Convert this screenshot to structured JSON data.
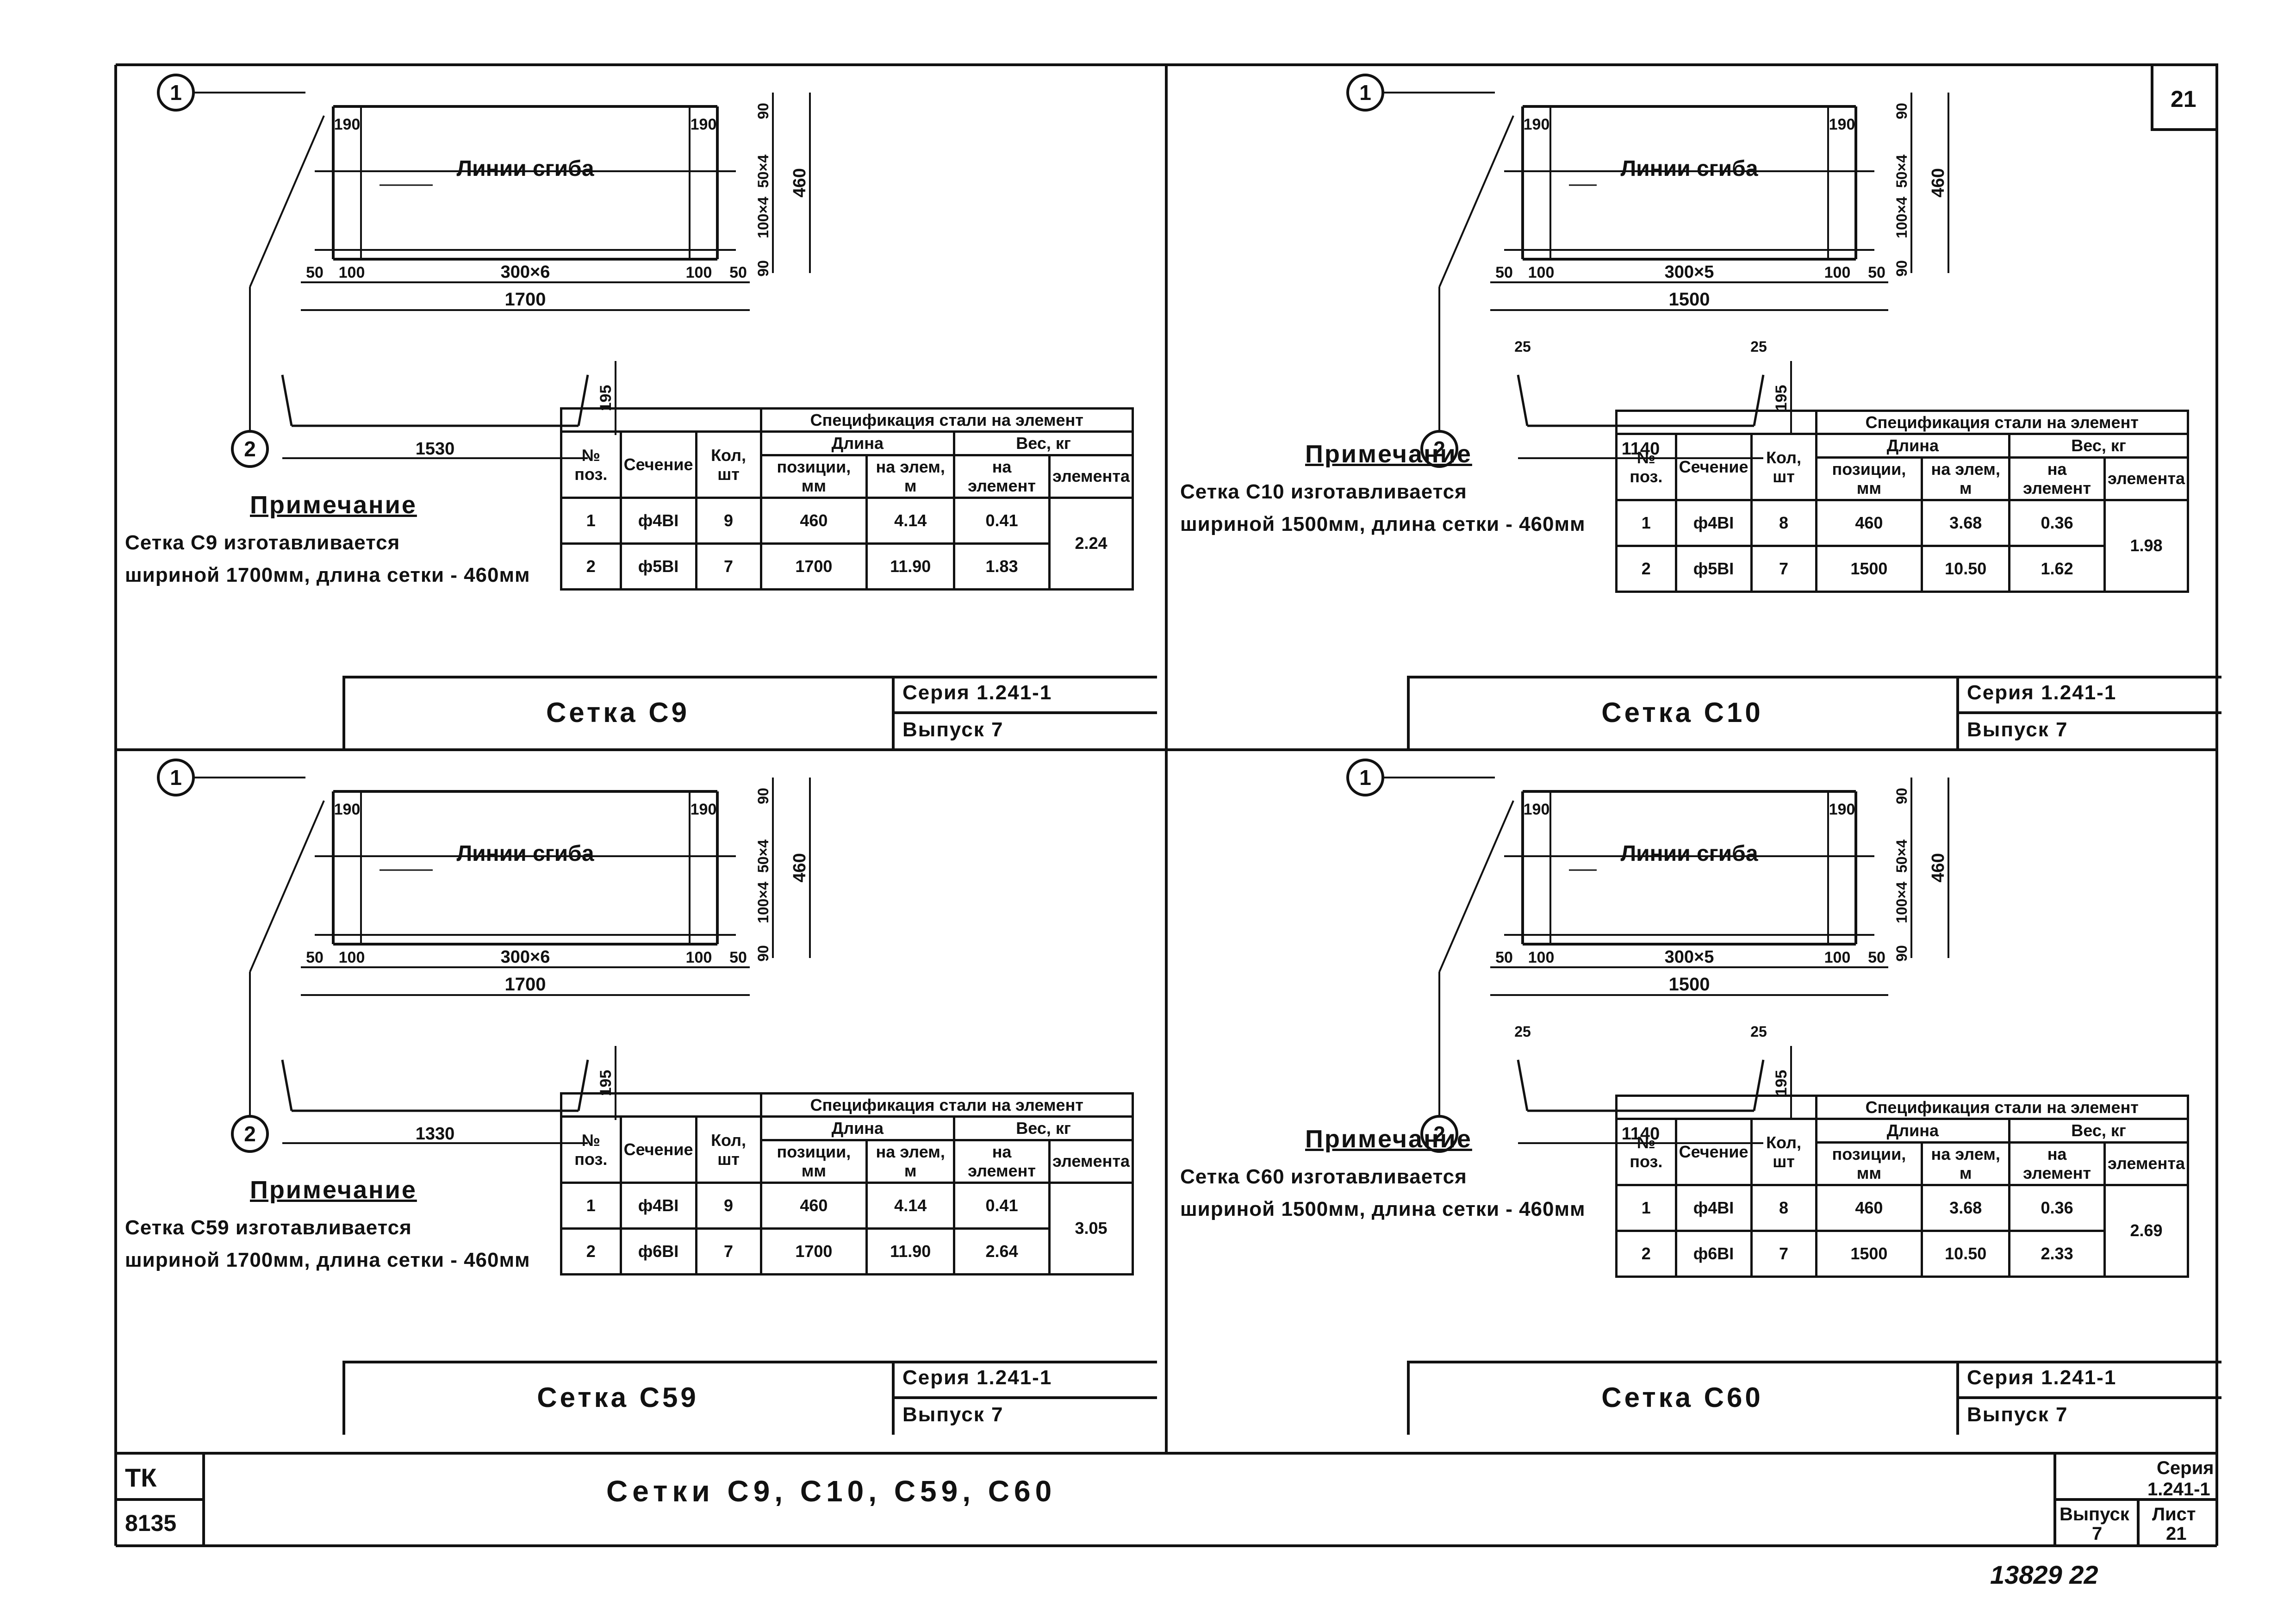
{
  "sheet_number": "21",
  "labels": {
    "bend_lines": "Линии сгиба",
    "callout_1": "1",
    "callout_2": "2"
  },
  "spec_header": {
    "title": "Спецификация стали на элемент",
    "col_no": "№ поз.",
    "col_section": "Сечение",
    "col_qty": "Кол, шт",
    "col_length": "Длина",
    "col_len_pos": "позиции, мм",
    "col_len_elem": "на элем, м",
    "col_weight": "Вес, кг",
    "col_w_elem": "на элемент",
    "col_w_total": "элемента"
  },
  "panels": [
    {
      "name": "Сетка С9",
      "note_title": "Примечание",
      "note_text": [
        "Сетка С9 изготавливается",
        "шириной 1700мм, длина сетки - 460мм"
      ],
      "dims": {
        "top": "190",
        "top_r": "190",
        "left": "100",
        "mid": "300×6",
        "right": "100",
        "e1": "50",
        "e2": "50",
        "total": "1700",
        "bottom": "1530",
        "h": "460",
        "h1": "90",
        "h2": "50×4",
        "h3": "100×4",
        "h4": "90",
        "depth": "195"
      },
      "rows": [
        {
          "no": "1",
          "section": "ф4ВI",
          "qty": "9",
          "len_pos": "460",
          "len_elem": "4.14",
          "w_elem": "0.41"
        },
        {
          "no": "2",
          "section": "ф5ВI",
          "qty": "7",
          "len_pos": "1700",
          "len_elem": "11.90",
          "w_elem": "1.83"
        }
      ],
      "total_weight": "2.24",
      "series": "Серия 1.241-1",
      "issue": "Выпуск 7"
    },
    {
      "name": "Сетка С10",
      "note_title": "Примечание",
      "note_text": [
        "Сетка С10 изготавливается",
        "шириной 1500мм, длина сетки - 460мм"
      ],
      "dims": {
        "top": "190",
        "top_r": "190",
        "left": "100",
        "mid": "300×5",
        "right": "100",
        "e1": "50",
        "e2": "50",
        "total": "1500",
        "bottom": "1140",
        "h": "460",
        "h1": "90",
        "h2": "50×4",
        "h3": "100×4",
        "h4": "90",
        "depth": "195",
        "side1": "25",
        "side2": "25"
      },
      "rows": [
        {
          "no": "1",
          "section": "ф4ВI",
          "qty": "8",
          "len_pos": "460",
          "len_elem": "3.68",
          "w_elem": "0.36"
        },
        {
          "no": "2",
          "section": "ф5ВI",
          "qty": "7",
          "len_pos": "1500",
          "len_elem": "10.50",
          "w_elem": "1.62"
        }
      ],
      "total_weight": "1.98",
      "series": "Серия 1.241-1",
      "issue": "Выпуск 7"
    },
    {
      "name": "Сетка С59",
      "note_title": "Примечание",
      "note_text": [
        "Сетка С59 изготавливается",
        "шириной 1700мм, длина сетки - 460мм"
      ],
      "dims": {
        "top": "190",
        "top_r": "190",
        "left": "100",
        "mid": "300×6",
        "right": "100",
        "e1": "50",
        "e2": "50",
        "total": "1700",
        "bottom": "1330",
        "h": "460",
        "h1": "90",
        "h2": "50×4",
        "h3": "100×4",
        "h4": "90",
        "depth": "195"
      },
      "rows": [
        {
          "no": "1",
          "section": "ф4ВI",
          "qty": "9",
          "len_pos": "460",
          "len_elem": "4.14",
          "w_elem": "0.41"
        },
        {
          "no": "2",
          "section": "ф6ВI",
          "qty": "7",
          "len_pos": "1700",
          "len_elem": "11.90",
          "w_elem": "2.64"
        }
      ],
      "total_weight": "3.05",
      "series": "Серия 1.241-1",
      "issue": "Выпуск 7"
    },
    {
      "name": "Сетка С60",
      "note_title": "Примечание",
      "note_text": [
        "Сетка С60 изготавливается",
        "шириной 1500мм, длина сетки - 460мм"
      ],
      "dims": {
        "top": "190",
        "top_r": "190",
        "left": "100",
        "mid": "300×5",
        "right": "100",
        "e1": "50",
        "e2": "50",
        "total": "1500",
        "bottom": "1140",
        "h": "460",
        "h1": "90",
        "h2": "50×4",
        "h3": "100×4",
        "h4": "90",
        "depth": "195",
        "side1": "25",
        "side2": "25"
      },
      "rows": [
        {
          "no": "1",
          "section": "ф4ВI",
          "qty": "8",
          "len_pos": "460",
          "len_elem": "3.68",
          "w_elem": "0.36"
        },
        {
          "no": "2",
          "section": "ф6ВI",
          "qty": "7",
          "len_pos": "1500",
          "len_elem": "10.50",
          "w_elem": "2.33"
        }
      ],
      "total_weight": "2.69",
      "series": "Серия 1.241-1",
      "issue": "Выпуск 7"
    }
  ],
  "main_title": "Сетки С9, С10, С59, С60",
  "corner": {
    "tk": "ТК",
    "code": "8135",
    "series_label": "Серия",
    "series_no": "1.241-1",
    "issue_label": "Выпуск",
    "issue_no": "7",
    "sheet_label": "Лист",
    "sheet_no": "21"
  },
  "stamp": "13829 22"
}
